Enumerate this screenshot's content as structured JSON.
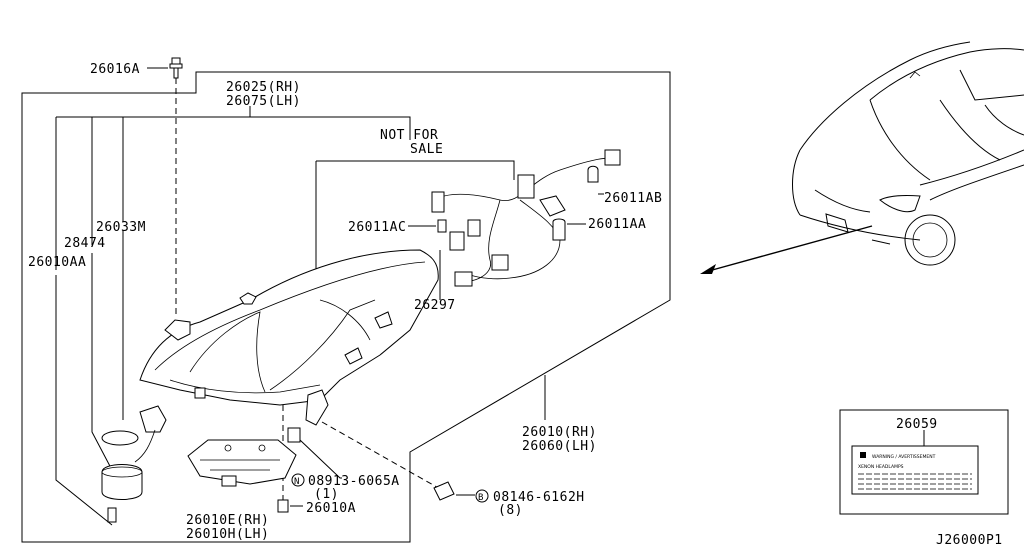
{
  "labels": {
    "p26016A": "26016A",
    "p26025": "26025(RH)",
    "p26075": "26075(LH)",
    "not_for": "NOT FOR",
    "sale": "SALE",
    "p26033M": "26033M",
    "p28474": "28474",
    "p26010AA": "26010AA",
    "p26011AB": "26011AB",
    "p26011AC": "26011AC",
    "p26011AA": "26011AA",
    "p26297": "26297",
    "p26010_rh": "26010(RH)",
    "p26060_lh": "26060(LH)",
    "p26059": "26059",
    "p08913": "08913-6065A",
    "p08913_qty": "(1)",
    "n_marker": "N",
    "p08146": "08146-6162H",
    "p08146_qty": "(8)",
    "b_marker": "B",
    "p26010E": "26010E(RH)",
    "p26010H": "26010H(LH)",
    "p26010A": "26010A",
    "diagram_code": "J26000P1",
    "warning_label_title": "WARNING / AVERTISSEMENT",
    "warning_label_sub": "XENON HEADLAMPS"
  }
}
